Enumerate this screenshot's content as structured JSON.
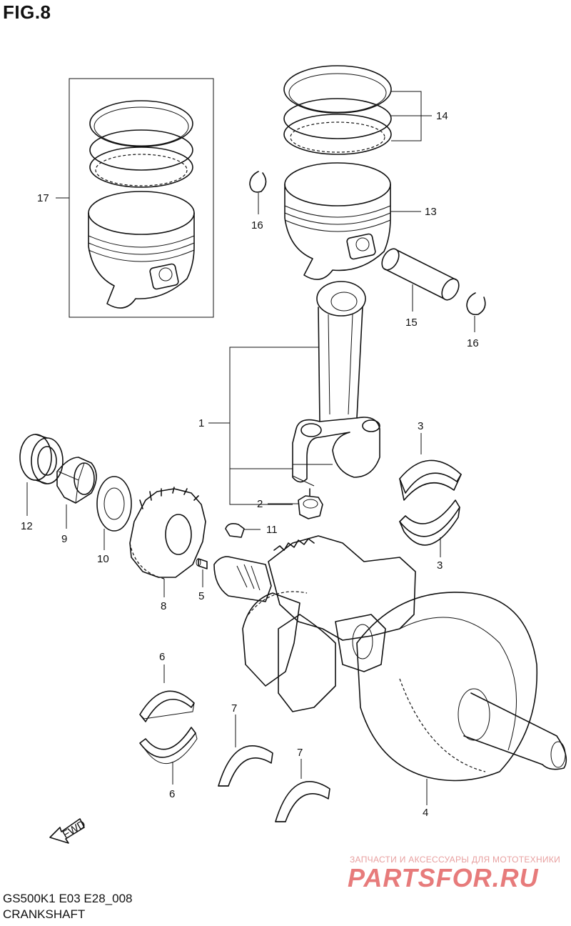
{
  "figure": {
    "title": "FIG.8",
    "model_code": "GS500K1 E03 E28_008",
    "name": "CRANKSHAFT",
    "fwd_label": "FWD"
  },
  "watermark": {
    "tagline": "ЗАПЧАСТИ И АКСЕССУАРЫ ДЛЯ МОТОТЕХНИКИ",
    "logo": "PARTSFOR.RU",
    "color": "#e77b7b"
  },
  "callouts": {
    "c1": "1",
    "c2": "2",
    "c3a": "3",
    "c3b": "3",
    "c4": "4",
    "c5": "5",
    "c6a": "6",
    "c6b": "6",
    "c7a": "7",
    "c7b": "7",
    "c8": "8",
    "c9": "9",
    "c10": "10",
    "c11": "11",
    "c12": "12",
    "c13": "13",
    "c14": "14",
    "c15": "15",
    "c16a": "16",
    "c16b": "16",
    "c17": "17"
  }
}
